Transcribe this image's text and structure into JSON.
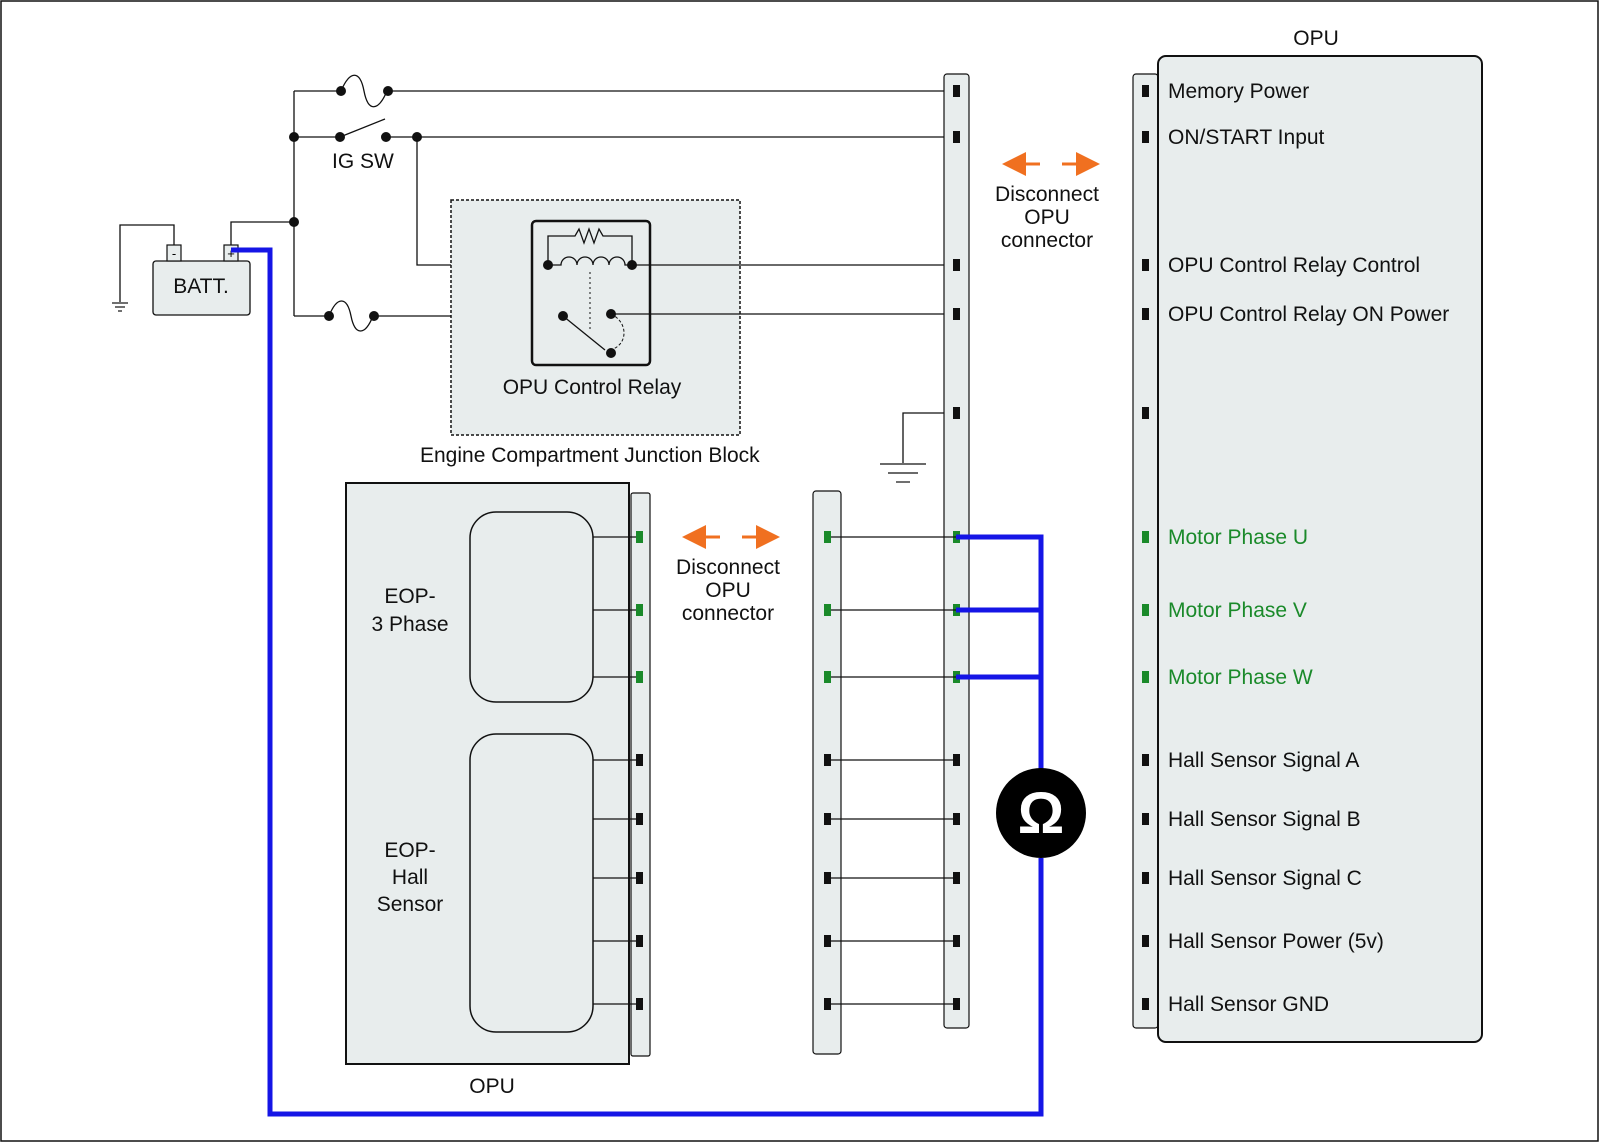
{
  "colors": {
    "box_fill": "#e8eded",
    "phase_green": "#1a8a2a",
    "test_blue": "#1515e6",
    "arrow_orange": "#f07020",
    "wire": "#111111",
    "meter_fill": "#000000"
  },
  "battery": {
    "label": "BATT.",
    "neg_symbol": "-",
    "pos_symbol": "+"
  },
  "ig_switch": {
    "label": "IG SW"
  },
  "relay": {
    "label": "OPU Control Relay"
  },
  "junction_block": {
    "label": "Engine Compartment Junction Block"
  },
  "opu_module": {
    "title": "OPU",
    "pins": [
      {
        "label": "Memory Power",
        "highlight": false
      },
      {
        "label": "ON/START  Input",
        "highlight": false
      },
      {
        "label": "OPU Control Relay Control",
        "highlight": false
      },
      {
        "label": "OPU Control Relay ON Power",
        "highlight": false
      },
      {
        "label": "",
        "highlight": false
      },
      {
        "label": "Motor Phase U",
        "highlight": true
      },
      {
        "label": "Motor Phase V",
        "highlight": true
      },
      {
        "label": "Motor Phase W",
        "highlight": true
      },
      {
        "label": "Hall Sensor Signal A",
        "highlight": false
      },
      {
        "label": "Hall Sensor Signal B",
        "highlight": false
      },
      {
        "label": "Hall Sensor Signal C",
        "highlight": false
      },
      {
        "label": "Hall Sensor Power (5v)",
        "highlight": false
      },
      {
        "label": "Hall Sensor GND",
        "highlight": false
      }
    ]
  },
  "opu_pump": {
    "title": "OPU",
    "three_phase": {
      "line1": "EOP-",
      "line2": "3 Phase"
    },
    "hall": {
      "line1": "EOP-",
      "line2": "Hall",
      "line3": "Sensor"
    }
  },
  "disconnect_top": {
    "line1": "Disconnect",
    "line2": "OPU",
    "line3": "connector"
  },
  "disconnect_left": {
    "line1": "Disconnect",
    "line2": "OPU",
    "line3": "connector"
  },
  "ohmmeter": {
    "symbol": "Ω",
    "icon": "ohmmeter-icon"
  }
}
